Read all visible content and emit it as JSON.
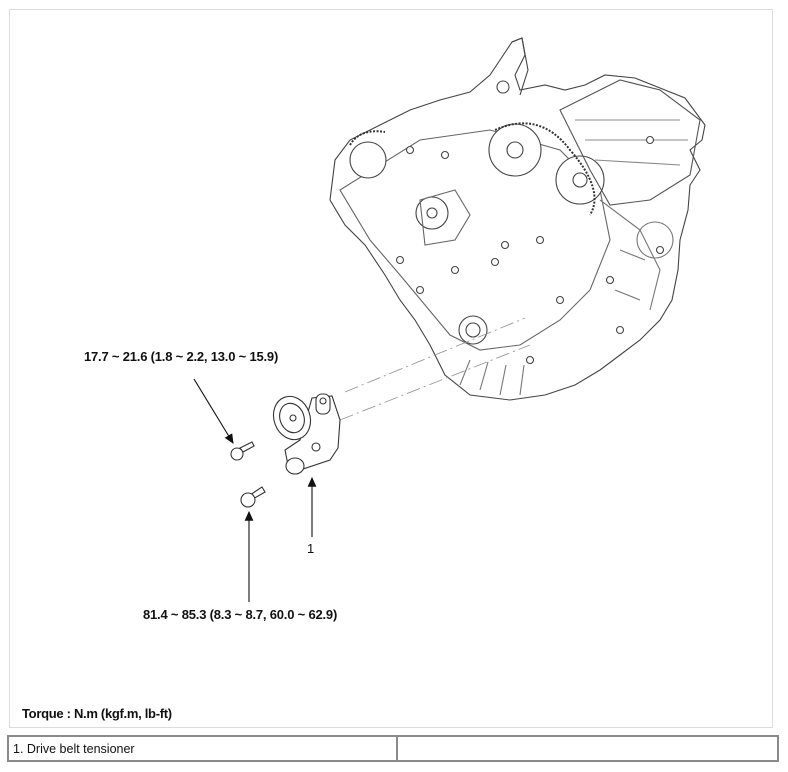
{
  "diagram": {
    "subject": "Drive belt tensioner installation on engine front (timing) side",
    "torque_specs": [
      {
        "id": "upper-bolt",
        "label": "17.7 ~ 21.6 (1.8 ~ 2.2, 13.0 ~ 15.9)"
      },
      {
        "id": "lower-bolt",
        "label": "81.4 ~ 85.3 (8.3 ~ 8.7, 60.0 ~ 62.9)"
      }
    ],
    "callouts": [
      {
        "number": "1",
        "target": "drive belt tensioner"
      }
    ],
    "units_note": "Torque : N.m (kgf.m, lb-ft)"
  },
  "legend": {
    "rows": [
      {
        "cells": [
          "1. Drive belt tensioner",
          ""
        ]
      }
    ]
  },
  "colors": {
    "line_art": "#333333",
    "frame_border": "#dcdcdc",
    "table_border": "#8a8a8a",
    "text": "#111111"
  }
}
